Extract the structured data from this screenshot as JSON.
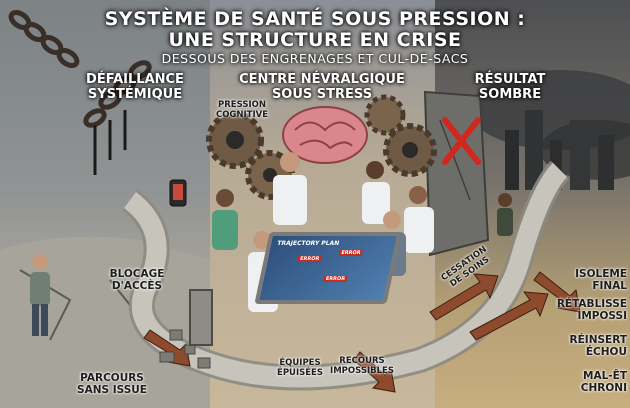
{
  "title": {
    "line1": "SYSTÈME DE SANTÉ SOUS PRESSION :",
    "line2": "UNE STRUCTURE EN CRISE",
    "subtitle": "DESSOUS DES ENGRENAGES ET CUL-DE-SACS"
  },
  "sections": {
    "left": {
      "heading": "DÉFAILLANCE\nSYSTÉMIQUE"
    },
    "center": {
      "heading": "CENTRE NÉVRALGIQUE\nSOUS STRESS"
    },
    "right": {
      "heading": "RÉSULTAT\nSOMBRE"
    }
  },
  "labels": {
    "pression": "PRESSION\nCOGNITIVE",
    "blocage": "BLOCAGE\nD'ACCÈS",
    "parcours": "PARCOURS\nSANS ISSUE",
    "equipes": "ÉQUIPES\nÉPUISÉES",
    "recours": "RECOURS\nIMPOSSIBLES",
    "cessation": "CESSATION\nDE SOINS",
    "isolement": "ISOLEME\nFINAL",
    "retablissement": "RÉTABLISSE\nIMPOSSI",
    "reinsertion": "RÉINSERT\nÉCHOU",
    "mal_etre": "MAL-ÊT\nCHRONI"
  },
  "board": {
    "heading": "TRAJECTORY PLAN",
    "errors": [
      "ERROR",
      "ERROR",
      "ERROR"
    ]
  },
  "colors": {
    "warning_red": "#d0281e",
    "arrow_rust": "#8d4a2c",
    "board_blue": "#2e4f7c"
  },
  "icons": [
    "broken-chain-icon",
    "gear-icon",
    "brain-icon",
    "red-x-icon",
    "arrow-icon"
  ]
}
